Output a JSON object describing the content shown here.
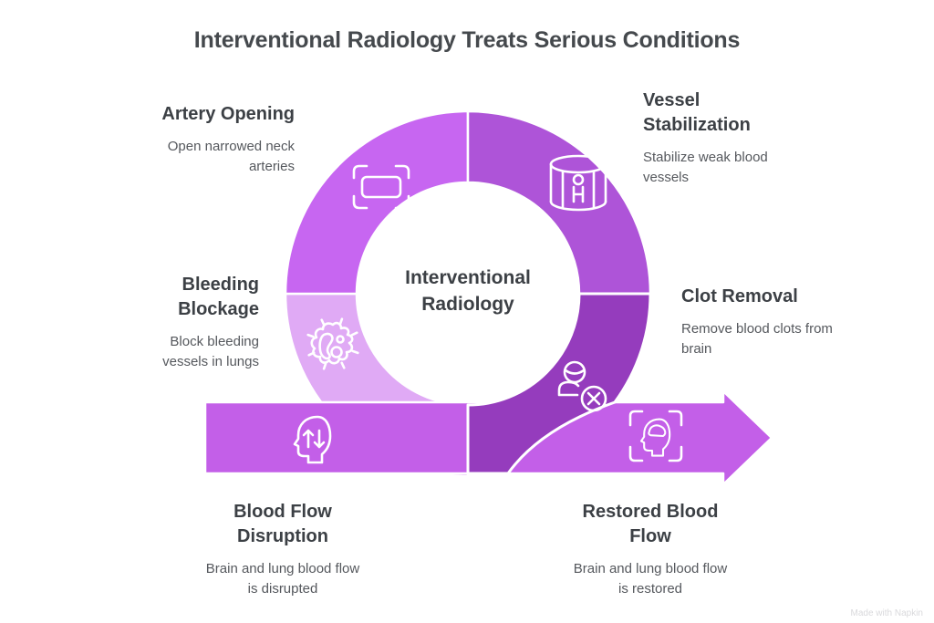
{
  "title": "Interventional Radiology Treats Serious Conditions",
  "center_label": "Interventional Radiology",
  "sections": {
    "artery_opening": {
      "heading": "Artery Opening",
      "description": "Open narrowed neck arteries"
    },
    "vessel_stabilization": {
      "heading": "Vessel Stabilization",
      "description": "Stabilize weak blood vessels"
    },
    "bleeding_blockage": {
      "heading": "Bleeding Blockage",
      "description": "Block bleeding vessels in lungs"
    },
    "clot_removal": {
      "heading": "Clot Removal",
      "description": "Remove blood clots from brain"
    },
    "blood_flow_disruption": {
      "heading": "Blood Flow Disruption",
      "description": "Brain and lung blood flow is disrupted"
    },
    "restored_blood_flow": {
      "heading": "Restored Blood Flow",
      "description": "Brain and lung blood flow is restored"
    }
  },
  "icons": {
    "artery_opening": "stent-frame-icon",
    "vessel_stabilization": "vessel-cylinder-icon",
    "bleeding_blockage": "cell-germ-icon",
    "clot_removal": "patient-clot-removed-icon",
    "blood_flow_disruption": "head-flow-arrows-icon",
    "restored_blood_flow": "head-brain-scan-icon"
  },
  "colors": {
    "quadrant_top_left": "#c766f1",
    "quadrant_top_right": "#ae54d8",
    "quadrant_bottom_left": "#e0aaf5",
    "quadrant_bottom_right": "#953cbd",
    "arrow_band": "#c35fe8",
    "title_text": "#45494d",
    "heading_text": "#3c4045",
    "description_text": "#55585d"
  },
  "watermark": "Made with Napkin"
}
